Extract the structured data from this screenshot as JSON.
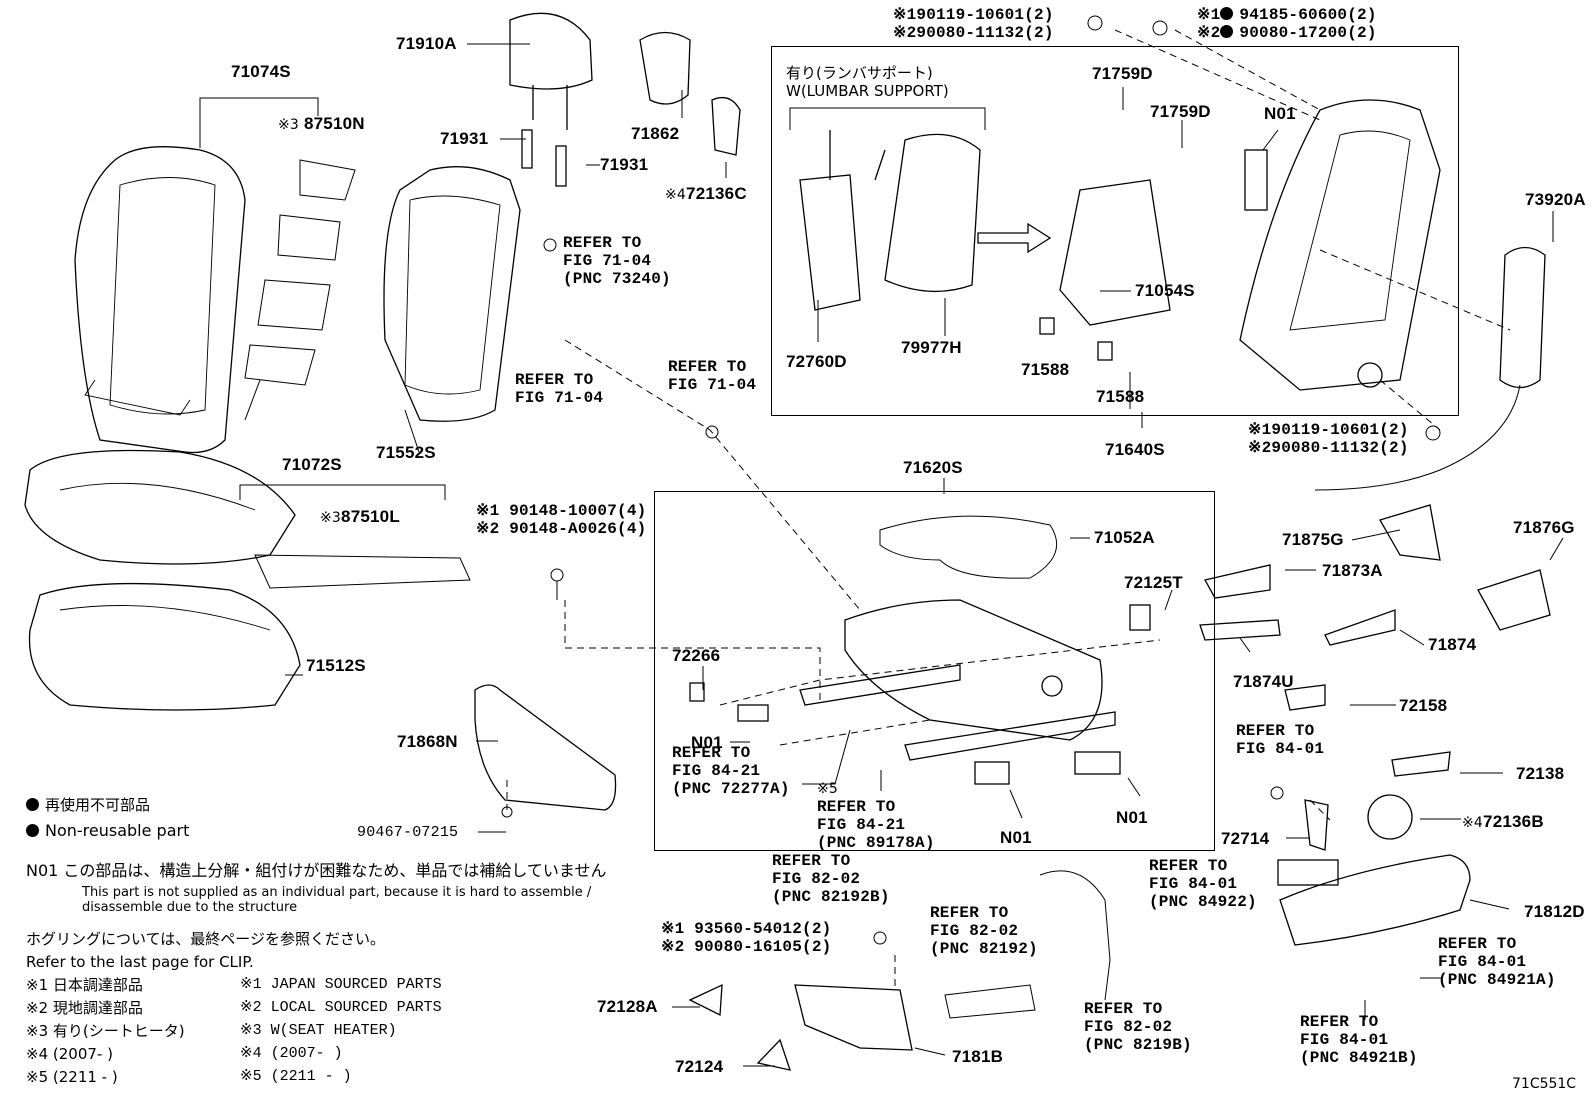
{
  "parts": {
    "p71074S": "71074S",
    "p71910A": "71910A",
    "p87510N": "87510N",
    "p71931a": "71931",
    "p71931b": "71931",
    "p71862": "71862",
    "p72136C": "72136C",
    "p71072S": "71072S",
    "p71552S": "71552S",
    "p87510L": "87510L",
    "p71512S": "71512S",
    "p71868N": "71868N",
    "p90467": "90467-07215",
    "p71759Da": "71759D",
    "p71759Db": "71759D",
    "pN01top": "N01",
    "p73920A": "73920A",
    "p71054S": "71054S",
    "p72760D": "72760D",
    "p79977H": "79977H",
    "p71588a": "71588",
    "p71588b": "71588",
    "p71640S": "71640S",
    "p71620S": "71620S",
    "p71052A": "71052A",
    "p72125T": "72125T",
    "p72266": "72266",
    "pN01a": "N01",
    "pN01b": "N01",
    "pN01c": "N01",
    "p71875G": "71875G",
    "p71876G": "71876G",
    "p71873A": "71873A",
    "p71874": "71874",
    "p71874U": "71874U",
    "p72158": "72158",
    "p72138": "72138",
    "p72136B": "72136B",
    "p72714": "72714",
    "p71812D": "71812D",
    "p72128A": "72128A",
    "p72124": "72124",
    "p7181B": "7181B"
  },
  "marks": {
    "m3a": "※3",
    "m3b": "※3",
    "m4a": "※4",
    "m4b": "※4",
    "m5": "※5"
  },
  "bolts": {
    "top_left_1": "※190119-10601(2)",
    "top_left_2": "※290080-11132(2)",
    "top_right_1": "94185-60600(2)",
    "top_right_2": "90080-17200(2)",
    "top_right_m1": "※1",
    "top_right_m2": "※2",
    "mid_1": "※190119-10601(2)",
    "mid_2": "※290080-11132(2)",
    "left_1": "※1 90148-10007(4)",
    "left_2": "※2 90148-A0026(4)",
    "bottom_1": "※1 93560-54012(2)",
    "bottom_2": "※2 90080-16105(2)"
  },
  "lumbar": {
    "jp": "有り(ランバサポート)",
    "en": "W(LUMBAR SUPPORT)"
  },
  "refs": {
    "r1": [
      "REFER TO",
      "FIG 71-04",
      "(PNC 73240)"
    ],
    "r2": [
      "REFER TO",
      "FIG 71-04"
    ],
    "r3": [
      "REFER TO",
      "FIG 71-04"
    ],
    "r4": [
      "REFER TO",
      "FIG 84-21",
      "(PNC 72277A)"
    ],
    "r5": [
      "REFER TO",
      "FIG 84-21",
      "(PNC 89178A)"
    ],
    "r6": [
      "REFER TO",
      "FIG 82-02",
      "(PNC 82192B)"
    ],
    "r7": [
      "REFER TO",
      "FIG 82-02",
      "(PNC 82192)"
    ],
    "r8": [
      "REFER TO",
      "FIG 82-02",
      "(PNC 8219B)"
    ],
    "r9": [
      "REFER TO",
      "FIG 84-01"
    ],
    "r10": [
      "REFER TO",
      "FIG 84-01",
      "(PNC 84922)"
    ],
    "r11": [
      "REFER TO",
      "FIG 84-01",
      "(PNC 84921A)"
    ],
    "r12": [
      "REFER TO",
      "FIG 84-01",
      "(PNC 84921B)"
    ]
  },
  "legend": {
    "nonreuse_jp": "再使用不可部品",
    "nonreuse_en": "Non-reusable part",
    "n01_jp": "N01 この部品は、構造上分解・組付けが困難なため、単品では補給していません",
    "n01_en1": "This part is not supplied as an individual part, because it is hard to assemble /",
    "n01_en2": "disassemble due to the structure",
    "clip_jp": "ホグリングについては、最終ページを参照ください。",
    "clip_en": "Refer to the last page for CLIP.",
    "s1_jp": "※1 日本調達部品",
    "s2_jp": "※2 現地調達部品",
    "s3_jp": "※3 有り(シートヒータ)",
    "s4_jp": "※4 (2007-      )",
    "s5_jp": "※5 (2211 -     )",
    "s1_en": "※1 JAPAN SOURCED PARTS",
    "s2_en": "※2 LOCAL SOURCED PARTS",
    "s3_en": "※3 W(SEAT HEATER)",
    "s4_en": "※4 (2007-      )",
    "s5_en": "※5 (2211 -     )"
  },
  "figure_code": "71C551C"
}
